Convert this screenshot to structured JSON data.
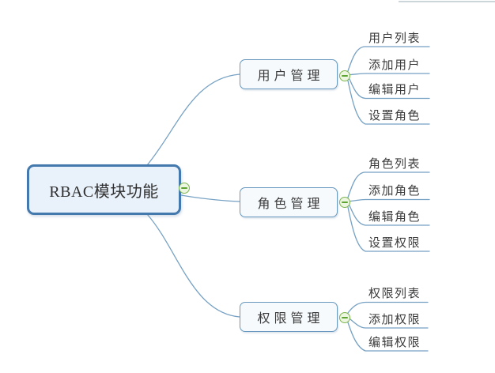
{
  "mindmap": {
    "root": {
      "label": "RBAC模块功能"
    },
    "branches": [
      {
        "label": "用户管理",
        "children": [
          "用户列表",
          "添加用户",
          "编辑用户",
          "设置角色"
        ]
      },
      {
        "label": "角色管理",
        "children": [
          "角色列表",
          "添加角色",
          "编辑角色",
          "设置权限"
        ]
      },
      {
        "label": "权限管理",
        "children": [
          "权限列表",
          "添加权限",
          "编辑权限"
        ]
      }
    ],
    "collapse_icon": "minus-circle",
    "colors": {
      "root_border": "#4479ad",
      "root_fill": "#e9f1fa",
      "branch_border": "#6898bd",
      "branch_fill": "#f7fafd",
      "connector_line": "#76a1c3",
      "collapse_ring": "#7db44e",
      "collapse_fill": "#edf6e1",
      "collapse_minus": "#5da32f",
      "text": "#3a3a3a",
      "top_edge_line": "#ccd5d9"
    }
  }
}
